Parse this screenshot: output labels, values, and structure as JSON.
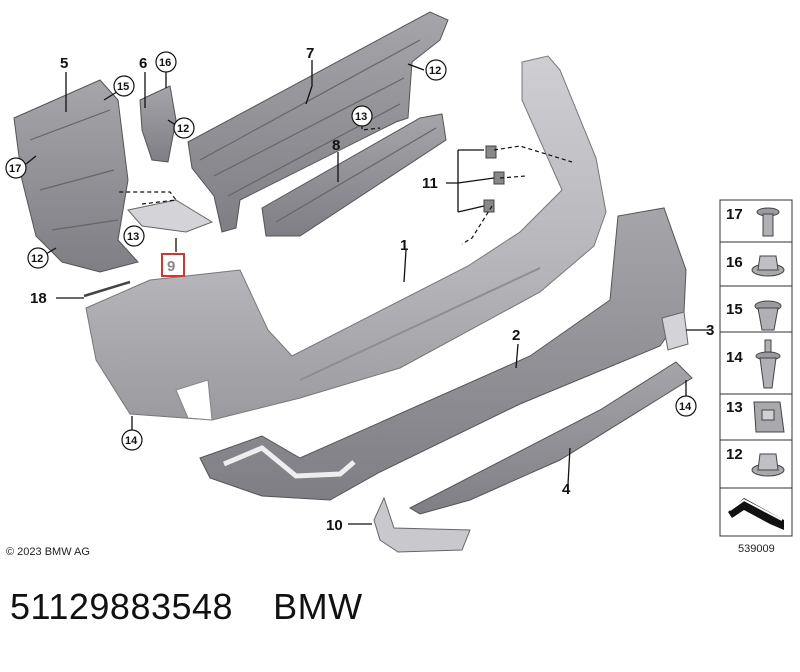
{
  "diagram": {
    "labels": {
      "p1": "1",
      "p2": "2",
      "p3": "3",
      "p4": "4",
      "p5": "5",
      "p6": "6",
      "p7": "7",
      "p8": "8",
      "p9": "9",
      "p10": "10",
      "p11": "11",
      "p18": "18",
      "c12a": "12",
      "c12b": "12",
      "c12c": "12",
      "c13a": "13",
      "c13b": "13",
      "c14a": "14",
      "c14b": "14",
      "c15": "15",
      "c16": "16",
      "c17": "17"
    },
    "highlight_color": "#d9342b",
    "part_fill": "#b9b9bd",
    "part_dark": "#8c8c91"
  },
  "legend": {
    "items": [
      {
        "label": "17",
        "icon": "bolt-icon"
      },
      {
        "label": "16",
        "icon": "flange-nut-icon"
      },
      {
        "label": "15",
        "icon": "expansion-rivet-icon"
      },
      {
        "label": "14",
        "icon": "push-rivet-icon"
      },
      {
        "label": "13",
        "icon": "clip-nut-icon"
      },
      {
        "label": "12",
        "icon": "hex-nut-icon"
      }
    ],
    "last_icon": "bracket-icon",
    "image_number": "539009"
  },
  "copyright": "© 2023 BMW AG",
  "caption": {
    "part_number": "51129883548",
    "brand": "BMW"
  }
}
